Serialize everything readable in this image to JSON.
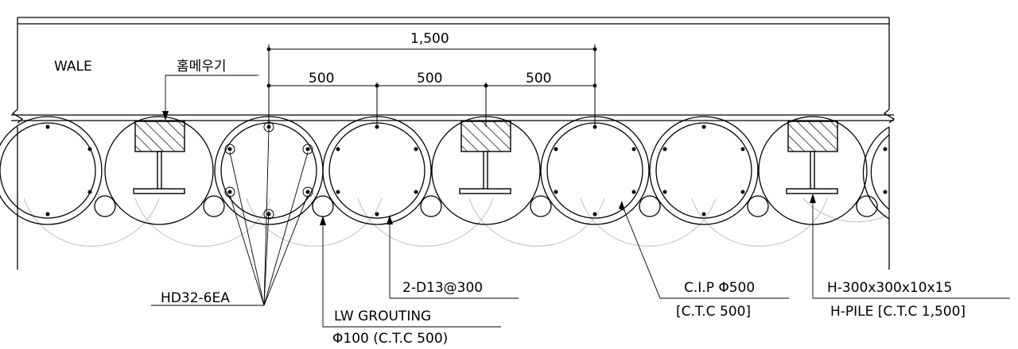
{
  "labels": {
    "wale": "WALE",
    "groove": "홈메우기",
    "dim_total": "1,500",
    "dim_1": "500",
    "dim_2": "500",
    "dim_3": "500",
    "rebar_main": "HD32-6EA",
    "grouting_1": "LW GROUTING",
    "grouting_2": "Φ100 (C.T.C 500)",
    "rebar_tie": "2-D13@300",
    "cip_1": "C.I.P Φ500",
    "cip_2": "[C.T.C 500]",
    "hpile_1": "H-300x300x10x15",
    "hpile_2": "H-PILE [C.T.C 1,500]"
  }
}
